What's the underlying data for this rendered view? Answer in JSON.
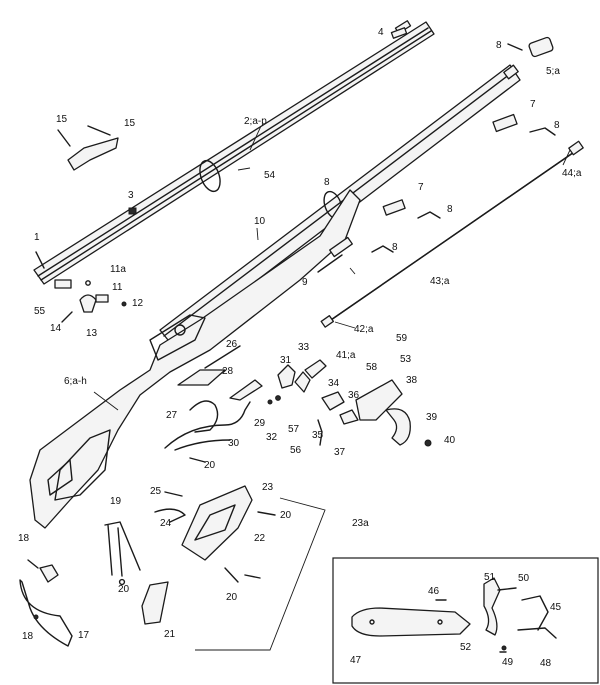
{
  "labels": {
    "l4": "4",
    "l8a": "8",
    "l5a": "5;a",
    "l2ap": "2;a-p",
    "l15a": "15",
    "l15b": "15",
    "l7a": "7",
    "l8b": "8",
    "l44a": "44;a",
    "l54": "54",
    "l8c": "8",
    "l3": "3",
    "l7b": "7",
    "l8d": "8",
    "l10": "10",
    "l1": "1",
    "l8e": "8",
    "l11a": "11a",
    "l11": "11",
    "l12": "12",
    "l9": "9",
    "l43a": "43;a",
    "l55": "55",
    "l14": "14",
    "l13": "13",
    "l42a": "42;a",
    "l26": "26",
    "l59": "59",
    "l33": "33",
    "l41a": "41;a",
    "l31": "31",
    "l28": "28",
    "l58": "58",
    "l53": "53",
    "l6ah": "6;a-h",
    "l34": "34",
    "l36": "36",
    "l38": "38",
    "l27": "27",
    "l32": "32",
    "l29": "29",
    "l39": "39",
    "l57": "57",
    "l35": "35",
    "l30": "30",
    "l40": "40",
    "l56": "56",
    "l37": "37",
    "l20a": "20",
    "l25": "25",
    "l23": "23",
    "l24": "24",
    "l20b": "20",
    "l23a": "23a",
    "l19": "19",
    "l22": "22",
    "l18a": "18",
    "l20c": "20",
    "l20d": "20",
    "l21": "21",
    "l18b": "18",
    "l17": "17",
    "l46": "46",
    "l51": "51",
    "l50": "50",
    "l45": "45",
    "l47": "47",
    "l52": "52",
    "l49": "49",
    "l48": "48"
  }
}
